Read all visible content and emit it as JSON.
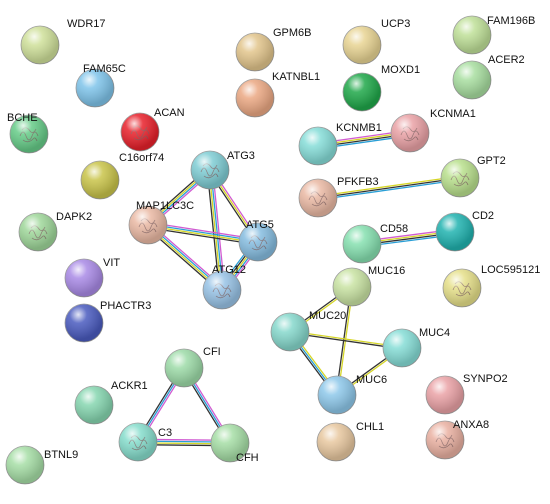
{
  "network": {
    "nodes": [
      {
        "id": "WDR17",
        "label": "WDR17",
        "color": "#cfe09a",
        "structure": false
      },
      {
        "id": "FAM65C",
        "label": "FAM65C",
        "color": "#7fc4ea",
        "structure": false
      },
      {
        "id": "BCHE",
        "label": "BCHE",
        "color": "#66cc88",
        "structure": true
      },
      {
        "id": "ACAN",
        "label": "ACAN",
        "color": "#e8212b",
        "structure": true
      },
      {
        "id": "C16orf74",
        "label": "C16orf74",
        "color": "#c9c44a",
        "structure": false
      },
      {
        "id": "GPM6B",
        "label": "GPM6B",
        "color": "#e2c58c",
        "structure": false
      },
      {
        "id": "KATNBL1",
        "label": "KATNBL1",
        "color": "#eba883",
        "structure": false
      },
      {
        "id": "UCP3",
        "label": "UCP3",
        "color": "#e8d493",
        "structure": false
      },
      {
        "id": "MOXD1",
        "label": "MOXD1",
        "color": "#20a84a",
        "structure": false
      },
      {
        "id": "FAM196B",
        "label": "FAM196B",
        "color": "#bfe098",
        "structure": false
      },
      {
        "id": "ACER2",
        "label": "ACER2",
        "color": "#a8dea0",
        "structure": false
      },
      {
        "id": "KCNMB1",
        "label": "KCNMB1",
        "color": "#86ddd8",
        "structure": false
      },
      {
        "id": "KCNMA1",
        "label": "KCNMA1",
        "color": "#eaa2a6",
        "structure": true
      },
      {
        "id": "ATG3",
        "label": "ATG3",
        "color": "#7fcdd4",
        "structure": true
      },
      {
        "id": "MAP1LC3C",
        "label": "MAP1LC3C",
        "color": "#eab9a4",
        "structure": true
      },
      {
        "id": "ATG5",
        "label": "ATG5",
        "color": "#86bde0",
        "structure": true
      },
      {
        "id": "ATG12",
        "label": "ATG12",
        "color": "#98c3e6",
        "structure": true
      },
      {
        "id": "PFKFB3",
        "label": "PFKFB3",
        "color": "#eab9a4",
        "structure": true
      },
      {
        "id": "GPT2",
        "label": "GPT2",
        "color": "#b9e08d",
        "structure": true
      },
      {
        "id": "DAPK2",
        "label": "DAPK2",
        "color": "#9fd79a",
        "structure": true
      },
      {
        "id": "CD58",
        "label": "CD58",
        "color": "#86e0b0",
        "structure": false
      },
      {
        "id": "CD2",
        "label": "CD2",
        "color": "#21b3b0",
        "structure": false
      },
      {
        "id": "MUC16",
        "label": "MUC16",
        "color": "#c9e3a3",
        "structure": false
      },
      {
        "id": "LOC595121",
        "label": "LOC595121",
        "color": "#e6e08a",
        "structure": true
      },
      {
        "id": "VIT",
        "label": "VIT",
        "color": "#a98ae6",
        "structure": false
      },
      {
        "id": "PHACTR3",
        "label": "PHACTR3",
        "color": "#4a5bbf",
        "structure": false
      },
      {
        "id": "MUC20",
        "label": "MUC20",
        "color": "#86d8cc",
        "structure": false
      },
      {
        "id": "MUC4",
        "label": "MUC4",
        "color": "#86ddd6",
        "structure": false
      },
      {
        "id": "MUC6",
        "label": "MUC6",
        "color": "#8ec8ea",
        "structure": false
      },
      {
        "id": "CFI",
        "label": "CFI",
        "color": "#9ddba8",
        "structure": false
      },
      {
        "id": "ACKR1",
        "label": "ACKR1",
        "color": "#86d6b0",
        "structure": false
      },
      {
        "id": "SYNPO2",
        "label": "SYNPO2",
        "color": "#eaa2a6",
        "structure": false
      },
      {
        "id": "C3",
        "label": "C3",
        "color": "#86ddcc",
        "structure": true
      },
      {
        "id": "CFH",
        "label": "CFH",
        "color": "#a6dea6",
        "structure": false
      },
      {
        "id": "CHL1",
        "label": "CHL1",
        "color": "#e8c8a0",
        "structure": false
      },
      {
        "id": "ANXA8",
        "label": "ANXA8",
        "color": "#eab1a2",
        "structure": true
      },
      {
        "id": "BTNL9",
        "label": "BTNL9",
        "color": "#a6dea6",
        "structure": false
      }
    ],
    "edges": [
      {
        "source": "ATG3",
        "target": "MAP1LC3C",
        "colors": [
          "#d15cd1",
          "#2a9fd6",
          "#d6d627",
          "#333333"
        ]
      },
      {
        "source": "ATG3",
        "target": "ATG5",
        "colors": [
          "#d15cd1",
          "#d6d627",
          "#333333"
        ]
      },
      {
        "source": "ATG3",
        "target": "ATG12",
        "colors": [
          "#d15cd1",
          "#2a9fd6",
          "#d6d627",
          "#333333"
        ]
      },
      {
        "source": "MAP1LC3C",
        "target": "ATG5",
        "colors": [
          "#d15cd1",
          "#2a9fd6",
          "#d6d627",
          "#333333"
        ]
      },
      {
        "source": "MAP1LC3C",
        "target": "ATG12",
        "colors": [
          "#d15cd1",
          "#2a9fd6",
          "#d6d627",
          "#333333"
        ]
      },
      {
        "source": "ATG5",
        "target": "ATG12",
        "colors": [
          "#d15cd1",
          "#2a9fd6",
          "#d6d627",
          "#333333",
          "#2a9fd6"
        ]
      },
      {
        "source": "KCNMB1",
        "target": "KCNMA1",
        "colors": [
          "#d15cd1",
          "#d6d627",
          "#333333",
          "#2a9fd6"
        ]
      },
      {
        "source": "PFKFB3",
        "target": "GPT2",
        "colors": [
          "#d6d627",
          "#333333",
          "#2a9fd6"
        ]
      },
      {
        "source": "CD58",
        "target": "CD2",
        "colors": [
          "#d15cd1",
          "#d6d627",
          "#333333",
          "#2a9fd6"
        ]
      },
      {
        "source": "MUC16",
        "target": "MUC20",
        "colors": [
          "#d6d627",
          "#333333"
        ]
      },
      {
        "source": "MUC16",
        "target": "MUC6",
        "colors": [
          "#d6d627",
          "#333333"
        ]
      },
      {
        "source": "MUC20",
        "target": "MUC4",
        "colors": [
          "#d6d627",
          "#333333"
        ]
      },
      {
        "source": "MUC20",
        "target": "MUC6",
        "colors": [
          "#d6d627",
          "#2a9fd6",
          "#333333"
        ]
      },
      {
        "source": "MUC4",
        "target": "MUC6",
        "colors": [
          "#d6d627",
          "#333333"
        ]
      },
      {
        "source": "CFI",
        "target": "C3",
        "colors": [
          "#d15cd1",
          "#2a9fd6",
          "#333333"
        ]
      },
      {
        "source": "CFI",
        "target": "CFH",
        "colors": [
          "#d15cd1",
          "#2a9fd6",
          "#333333"
        ]
      },
      {
        "source": "C3",
        "target": "CFH",
        "colors": [
          "#d15cd1",
          "#2a9fd6",
          "#d6d627",
          "#333333"
        ]
      }
    ]
  }
}
